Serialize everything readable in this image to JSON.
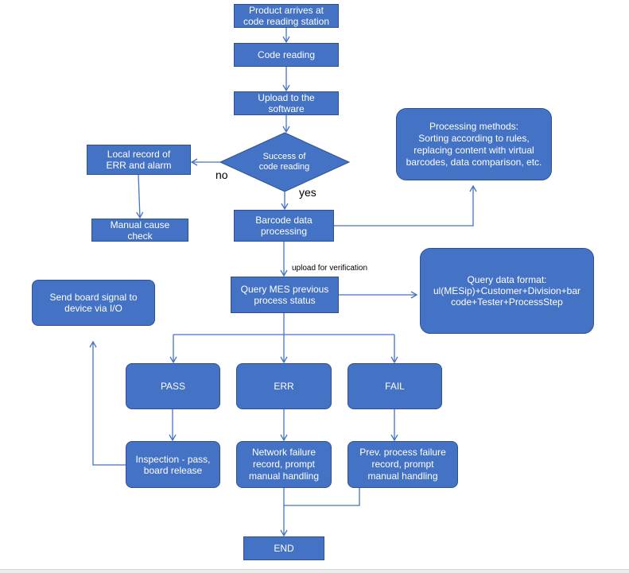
{
  "flowchart": {
    "nodes": {
      "product_arrives": "Product arrives at\ncode reading station",
      "code_reading": "Code reading",
      "upload_software": "Upload to the\nsoftware",
      "success_decision": "Success of\ncode reading",
      "local_record": "Local record of\nERR and alarm",
      "manual_cause": "Manual cause\ncheck",
      "barcode_processing": "Barcode data\nprocessing",
      "processing_methods": "Processing methods:\nSorting according to rules,\nreplacing content with virtual\nbarcodes, data comparison, etc.",
      "query_mes": "Query MES previous\nprocess status",
      "query_format": "Query data format:\nul(MESip)+Customer+Division+bar\ncode+Tester+ProcessStep",
      "send_signal": "Send board signal to\ndevice via I/O",
      "pass": "PASS",
      "err": "ERR",
      "fail": "FAIL",
      "inspection_pass": "Inspection - pass,\nboard release",
      "network_failure": "Network failure\nrecord, prompt\nmanual handling",
      "prev_failure": "Prev. process failure\nrecord, prompt\nmanual handling",
      "end": "END"
    },
    "edge_labels": {
      "no": "no",
      "yes": "yes",
      "upload_verification": "upload for verification"
    },
    "colors": {
      "node_fill": "#4472C4",
      "node_border": "#2F528F",
      "node_text": "#FFFFFF",
      "arrow": "#4472C4",
      "label_text": "#000000"
    }
  }
}
